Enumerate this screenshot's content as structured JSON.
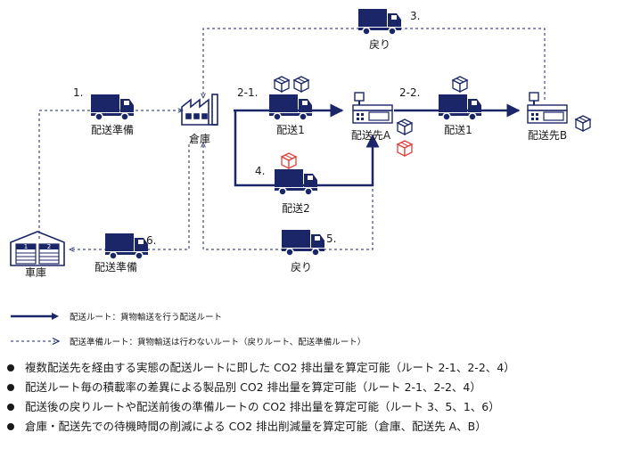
{
  "colors": {
    "navy": "#1b2669",
    "red": "#e0403a",
    "line": "#1b2669"
  },
  "nodes": {
    "warehouse": "倉庫",
    "garage": "車庫",
    "dest_a": "配送先A",
    "dest_b": "配送先B"
  },
  "steps": {
    "s1_num": "1.",
    "s1_label": "配送準備",
    "s21_num": "2-1.",
    "s21_label": "配送1",
    "s22_num": "2-2.",
    "s22_label": "配送1",
    "s3_num": "3.",
    "s3_label": "戻り",
    "s4_num": "4.",
    "s4_label": "配送2",
    "s5_num": "5.",
    "s5_label": "戻り",
    "s6_num": "6.",
    "s6_label": "配送準備"
  },
  "garage_doors": [
    "1",
    "2"
  ],
  "legend": {
    "solid": "配送ルート：貨物輸送を行う配送ルート",
    "dashed": "配送準備ルート：貨物輸送は行わないルート（戻りルート、配送準備ルート）"
  },
  "bullets": [
    "複数配送先を経由する実態の配送ルートに即した CO2 排出量を算定可能（ルート 2-1、2-2、4）",
    "配送ルート毎の積載率の差異による製品別 CO2 排出量を算定可能（ルート 2-1、2-2、4）",
    "配送後の戻りルートや配送前後の準備ルートの CO2 排出量を算定可能（ルート 3、5、1、6）",
    "倉庫・配送先での待機時間の削減による CO2 排出削減量を算定可能（倉庫、配送先 A、B）"
  ]
}
